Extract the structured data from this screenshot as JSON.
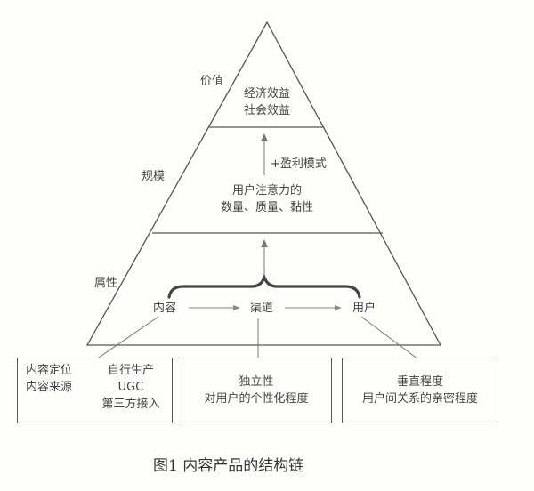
{
  "figure": {
    "caption": "图1   内容产品的结构链",
    "levels": {
      "value": {
        "label": "价值",
        "lines": [
          "经济效益",
          "社会效益"
        ]
      },
      "scale": {
        "label": "规模",
        "lines": [
          "用户注意力的",
          "数量、质量、黏性"
        ],
        "arrow_label": "+盈利模式"
      },
      "attribute": {
        "label": "属性",
        "nodes": [
          "内容",
          "渠道",
          "用户"
        ]
      }
    },
    "boxes": {
      "content": {
        "left_lines": [
          "内容定位",
          "内容来源"
        ],
        "right_lines": [
          "自行生产",
          "UGC",
          "第三方接入"
        ]
      },
      "channel": {
        "lines": [
          "独立性",
          "对用户的个性化程度"
        ]
      },
      "user": {
        "lines": [
          "垂直程度",
          "用户间关系的亲密程度"
        ]
      }
    }
  }
}
